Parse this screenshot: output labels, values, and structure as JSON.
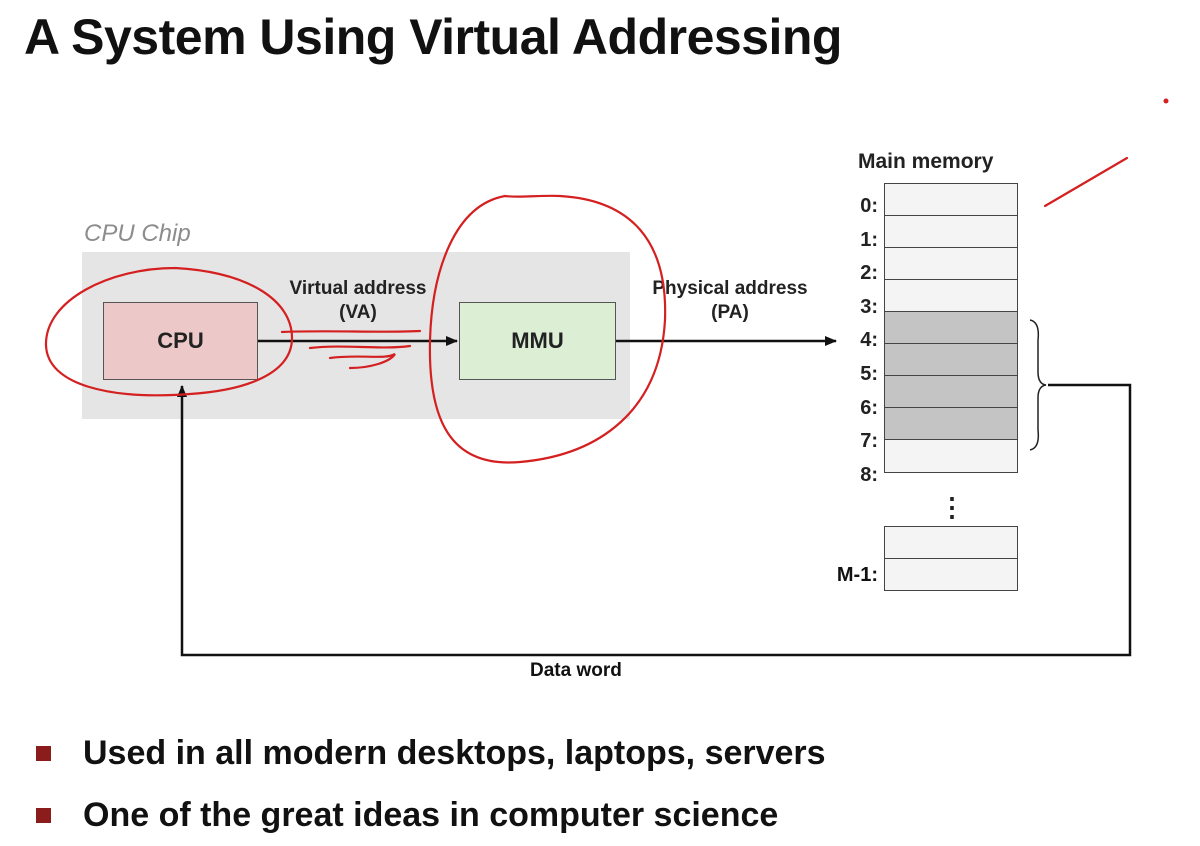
{
  "title": "A System Using Virtual Addressing",
  "diagram": {
    "chip_label": "CPU Chip",
    "cpu_label": "CPU",
    "mmu_label": "MMU",
    "virtual_address_label": [
      "Virtual address",
      "(VA)"
    ],
    "physical_address_label": [
      "Physical address",
      "(PA)"
    ],
    "memory_title": "Main memory",
    "addresses": [
      "0:",
      "1:",
      "2:",
      "3:",
      "4:",
      "5:",
      "6:",
      "7:",
      "8:"
    ],
    "highlighted_addresses": [
      "4:",
      "5:",
      "6:",
      "7:"
    ],
    "ellipsis": "⋮",
    "last_address": "M-1:",
    "data_word_label": "Data word"
  },
  "bullets": [
    "Used in all modern desktops, laptops, servers",
    "One of the great ideas in computer science"
  ],
  "colors": {
    "cpu_fill": "#ecc8c8",
    "mmu_fill": "#dcefd5",
    "chip_fill": "#e5e5e5",
    "used_cell": "#c4c4c4",
    "bullet": "#8b1c1c",
    "ink_annotation": "#d42020"
  }
}
